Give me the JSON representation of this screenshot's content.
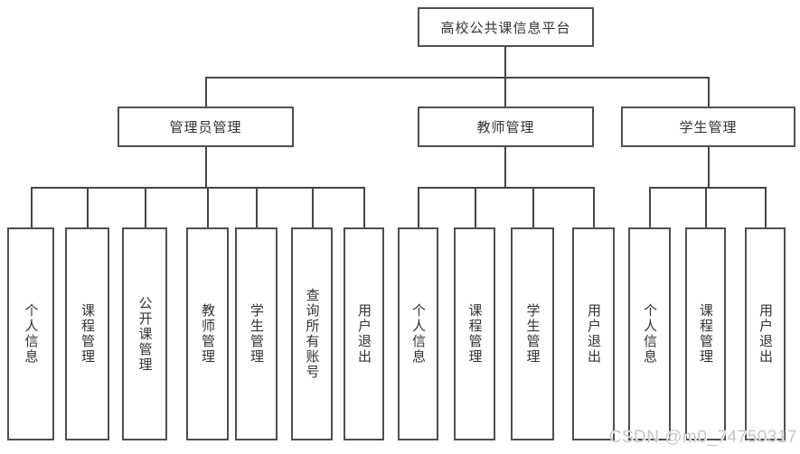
{
  "diagram": {
    "root": {
      "label": "高校公共课信息平台"
    },
    "level2": [
      {
        "label": "管理员管理"
      },
      {
        "label": "教师管理"
      },
      {
        "label": "学生管理"
      }
    ],
    "leaves": {
      "admin": [
        "个人信息",
        "课程管理",
        "公开课管理",
        "教师管理",
        "学生管理",
        "查询所有账号",
        "用户退出"
      ],
      "teacher": [
        "个人信息",
        "课程管理",
        "学生管理",
        "用户退出"
      ],
      "student": [
        "个人信息",
        "课程管理",
        "用户退出"
      ]
    }
  },
  "watermark": "CSDN @m0_74750317",
  "colors": {
    "line": "#454545",
    "border": "#4f4f4f",
    "text": "#333333",
    "watermark": "#c6c6c6",
    "background": "#ffffff"
  }
}
